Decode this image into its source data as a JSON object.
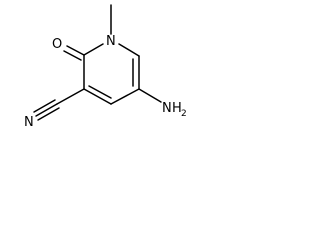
{
  "molecule": {
    "atoms": {
      "n1": "N",
      "o": "O",
      "nitrile_n": "N",
      "amino_n": "N",
      "amino_h": "H",
      "amino_h_count": "2"
    },
    "bond_lines": [
      "single",
      "double",
      "triple"
    ]
  },
  "colors": {
    "bond": "#000000",
    "text": "#000000",
    "background": "#ffffff"
  }
}
